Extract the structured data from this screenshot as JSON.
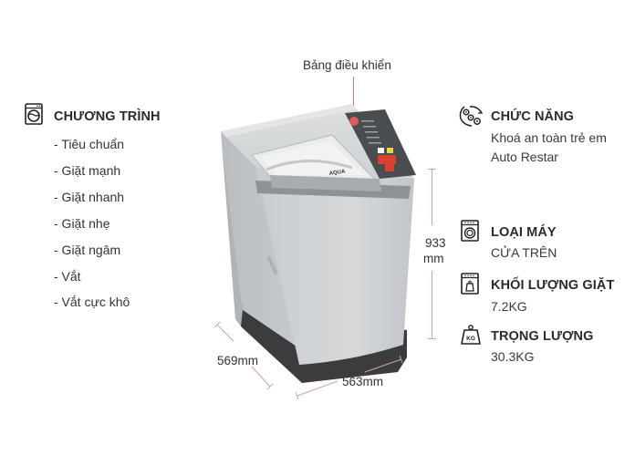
{
  "callout": {
    "control_panel": "Bảng điều khiển",
    "accent_color": "#e05a5a"
  },
  "program": {
    "icon": "washing-machine-icon",
    "title": "CHƯƠNG TRÌNH",
    "items": [
      "- Tiêu chuẩn",
      "- Giặt mạnh",
      "- Giặt nhanh",
      "- Giặt nhẹ",
      "- Giặt ngâm",
      "- Vắt",
      "- Vắt cực khô"
    ]
  },
  "features": {
    "icon": "gears-icon",
    "title": "CHỨC NĂNG",
    "items": [
      "Khoá an toàn trẻ em",
      "Auto Restar"
    ]
  },
  "machine_type": {
    "icon": "top-loader-icon",
    "title": "LOẠI MÁY",
    "value": "CỬA TRÊN"
  },
  "wash_capacity": {
    "icon": "laundry-weight-icon",
    "title": "KHỐI LƯỢNG GIẶT",
    "value": "7.2KG"
  },
  "weight": {
    "icon": "kg-weight-icon",
    "icon_text": "KG",
    "title": "TRỌNG LƯỢNG",
    "value": "30.3KG"
  },
  "dimensions": {
    "height_value": "933",
    "height_unit": "mm",
    "depth": "569mm",
    "width": "563mm",
    "line_color": "#d9a0a0"
  },
  "product": {
    "brand": "AQUA",
    "body_color": "#cfd2d4",
    "base_color": "#3a3c3e"
  }
}
